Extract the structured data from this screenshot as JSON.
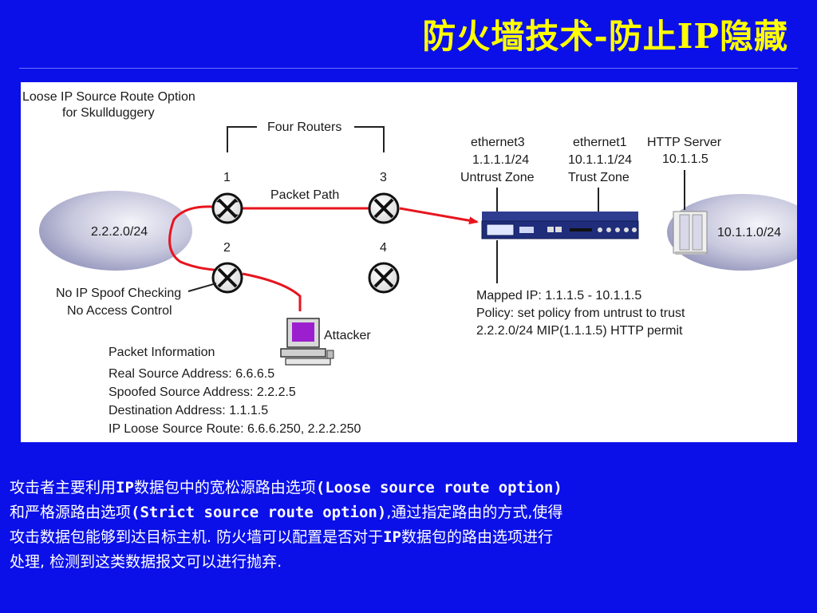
{
  "slide": {
    "title": "防火墙技术-防止IP隐藏"
  },
  "diagram": {
    "heading_line1": "Loose IP Source Route Option",
    "heading_line2": "for Skullduggery",
    "four_routers": "Four Routers",
    "packet_path": "Packet Path",
    "router_labels": [
      "1",
      "2",
      "3",
      "4"
    ],
    "left_network": "2.2.2.0/24",
    "no_spoof_line1": "No IP Spoof Checking",
    "no_spoof_line2": "No Access Control",
    "attacker": "Attacker",
    "eth3_line1": "ethernet3",
    "eth3_line2": "1.1.1.1/24",
    "eth3_line3": "Untrust Zone",
    "eth1_line1": "ethernet1",
    "eth1_line2": "10.1.1.1/24",
    "eth1_line3": "Trust Zone",
    "http_line1": "HTTP Server",
    "http_line2": "10.1.1.5",
    "right_network": "10.1.1.0/24",
    "mapped_line1": "Mapped IP: 1.1.1.5 - 10.1.1.5",
    "mapped_line2": "Policy: set policy from untrust to trust",
    "mapped_line3": "2.2.2.0/24 MIP(1.1.1.5) HTTP permit",
    "packet_info_title": "Packet Information",
    "packet_info_lines": [
      "Real Source Address: 6.6.6.5",
      "Spoofed Source Address: 2.2.2.5",
      "Destination Address: 1.1.1.5",
      "IP Loose Source Route: 6.6.6.250, 2.2.2.250"
    ]
  },
  "description": {
    "line1_a": "攻击者主要利用",
    "line1_b": "IP",
    "line1_c": "数据包中的宽松源路由选项",
    "line1_d": "(Loose source route option)",
    "line2_a": "和严格源路由选项",
    "line2_b": "(Strict source route option)",
    "line2_c": ",通过指定路由的方式,使得",
    "line3_a": "攻击数据包能够到达目标主机. 防火墙可以配置是否对于",
    "line3_b": "IP",
    "line3_c": "数据包的路由选项进行",
    "line4": "处理, 检测到这类数据报文可以进行抛弃."
  },
  "colors": {
    "background": "#0b10e8",
    "title": "#ffff00",
    "path": "#e8141e"
  }
}
